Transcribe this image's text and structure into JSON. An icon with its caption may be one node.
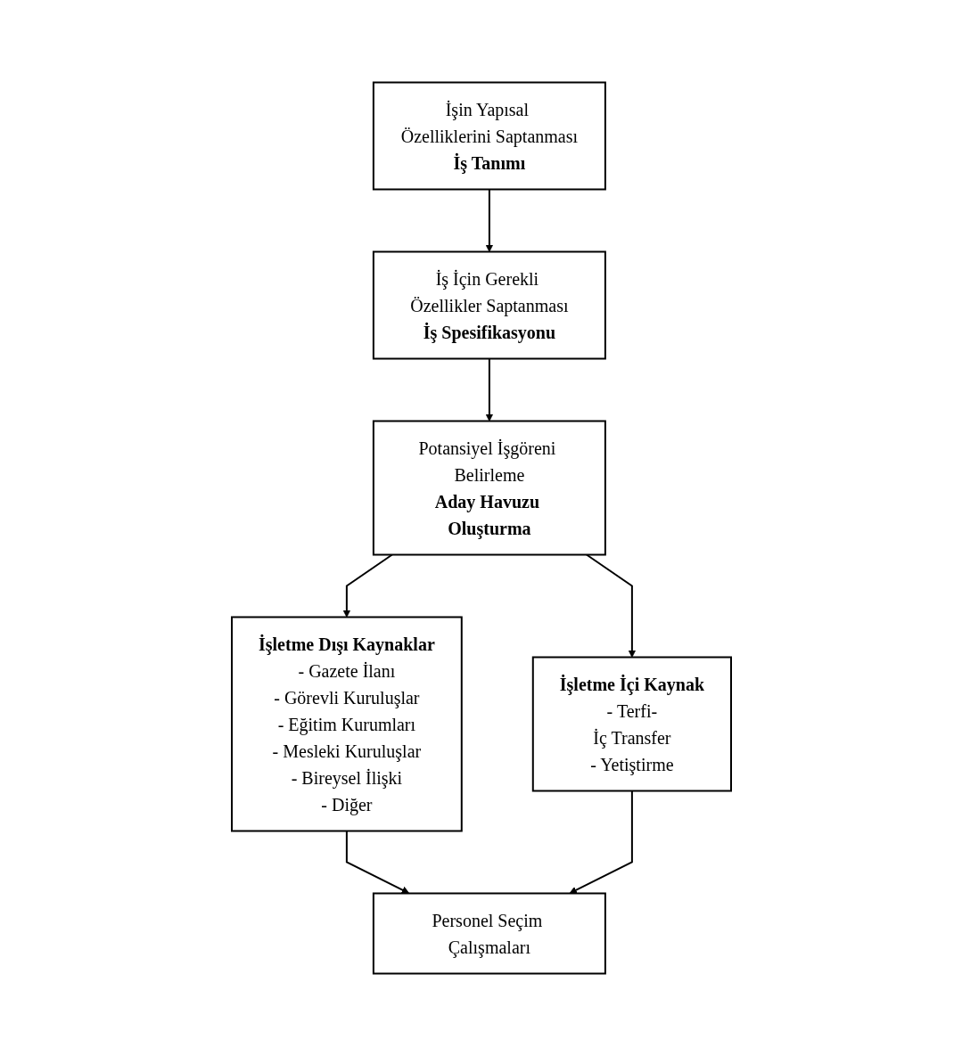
{
  "diagram": {
    "nodes": [
      {
        "text": [
          "İşin Yapısal Özelliklerini Saptanması",
          "İş Tanımı"
        ]
      },
      {
        "text": [
          "İş İçin Gerekli Özellikler Saptanması",
          "İş Spesifikasyonu"
        ]
      },
      {
        "text": [
          "Potansiyel İşgöreni Belirleme",
          "Aday Havuzu Oluşturma"
        ]
      },
      {
        "text": [
          "İşletme Dışı Kaynaklar",
          "- Gazete İlanı",
          "- Görevli Kuruluşlar",
          "- Eğitim Kurumları",
          "- Mesleki Kuruluşlar",
          "- Bireysel İlişki",
          "- Diğer"
        ]
      },
      {
        "text": [
          "İşletme İçi Kaynak",
          "- Terfi-",
          "İç Transfer",
          "- Yetiştirme"
        ]
      },
      {
        "text": [
          "Personel Seçim Çalışmaları"
        ]
      }
    ],
    "edges": [
      {
        "from": 0,
        "to": 1,
        "arrow": "to"
      },
      {
        "from": 1,
        "to": 2,
        "arrow": "to"
      },
      {
        "from": 2,
        "to": 3,
        "arrow": "to"
      },
      {
        "from": 2,
        "to": 4,
        "arrow": "to"
      },
      {
        "from": 3,
        "to": 5,
        "arrow": "to"
      },
      {
        "from": 4,
        "to": 5,
        "arrow": "to"
      }
    ]
  }
}
